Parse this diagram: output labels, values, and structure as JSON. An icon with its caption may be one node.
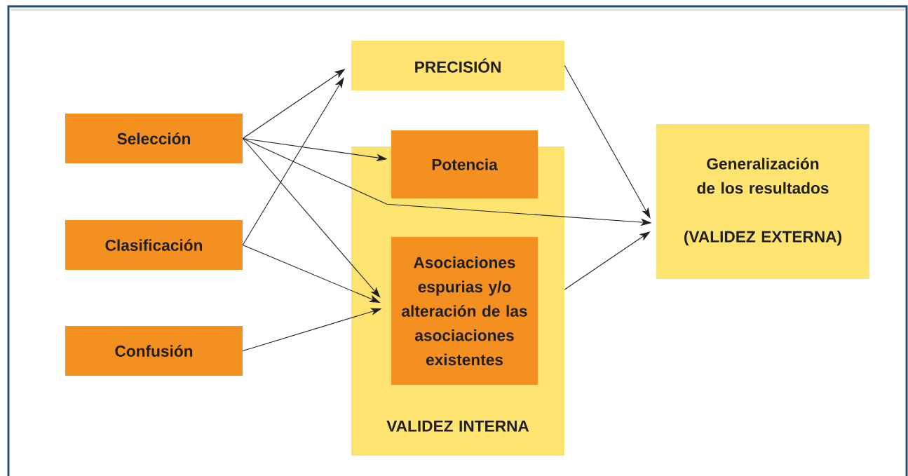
{
  "diagram": {
    "nodes": [
      {
        "text": [
          "Selección"
        ]
      },
      {
        "text": [
          "Clasificación"
        ]
      },
      {
        "text": [
          "Confusión"
        ]
      },
      {
        "text": [
          "PRECISIÓN"
        ]
      },
      {
        "text": [
          "VALIDEZ INTERNA"
        ]
      },
      {
        "text": [
          "Potencia"
        ]
      },
      {
        "text": [
          "Asociaciones espurias y/o alteración de las asociaciones existentes"
        ],
        "in": 4
      },
      {
        "text": [
          "Generalización de los resultados",
          "(VALIDEZ EXTERNA)"
        ]
      }
    ],
    "edges": [
      {
        "from": 0,
        "to": 3,
        "arrow": "to"
      },
      {
        "from": 1,
        "to": 3,
        "arrow": "to"
      },
      {
        "from": 0,
        "to": 5,
        "arrow": "to"
      },
      {
        "from": 0,
        "to": 7,
        "arrow": "to"
      },
      {
        "from": 0,
        "to": 6,
        "arrow": "to"
      },
      {
        "from": 1,
        "to": 6,
        "arrow": "to"
      },
      {
        "from": 2,
        "to": 6,
        "arrow": "to"
      },
      {
        "from": 3,
        "to": 7,
        "arrow": "to"
      },
      {
        "from": 4,
        "to": 7,
        "arrow": "to"
      }
    ]
  }
}
